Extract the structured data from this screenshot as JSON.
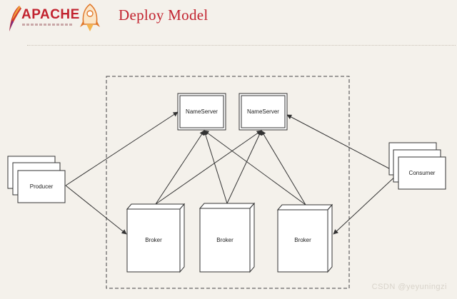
{
  "header": {
    "logo_text": "APACHE",
    "title": "Deploy Model"
  },
  "diagram": {
    "nameserver_1": "NameServer",
    "nameserver_2": "NameServer",
    "producer": "Producer",
    "consumer": "Consumer",
    "broker_1": "Broker",
    "broker_2": "Broker",
    "broker_3": "Broker"
  },
  "watermark": "CSDN @yeyuningzi"
}
